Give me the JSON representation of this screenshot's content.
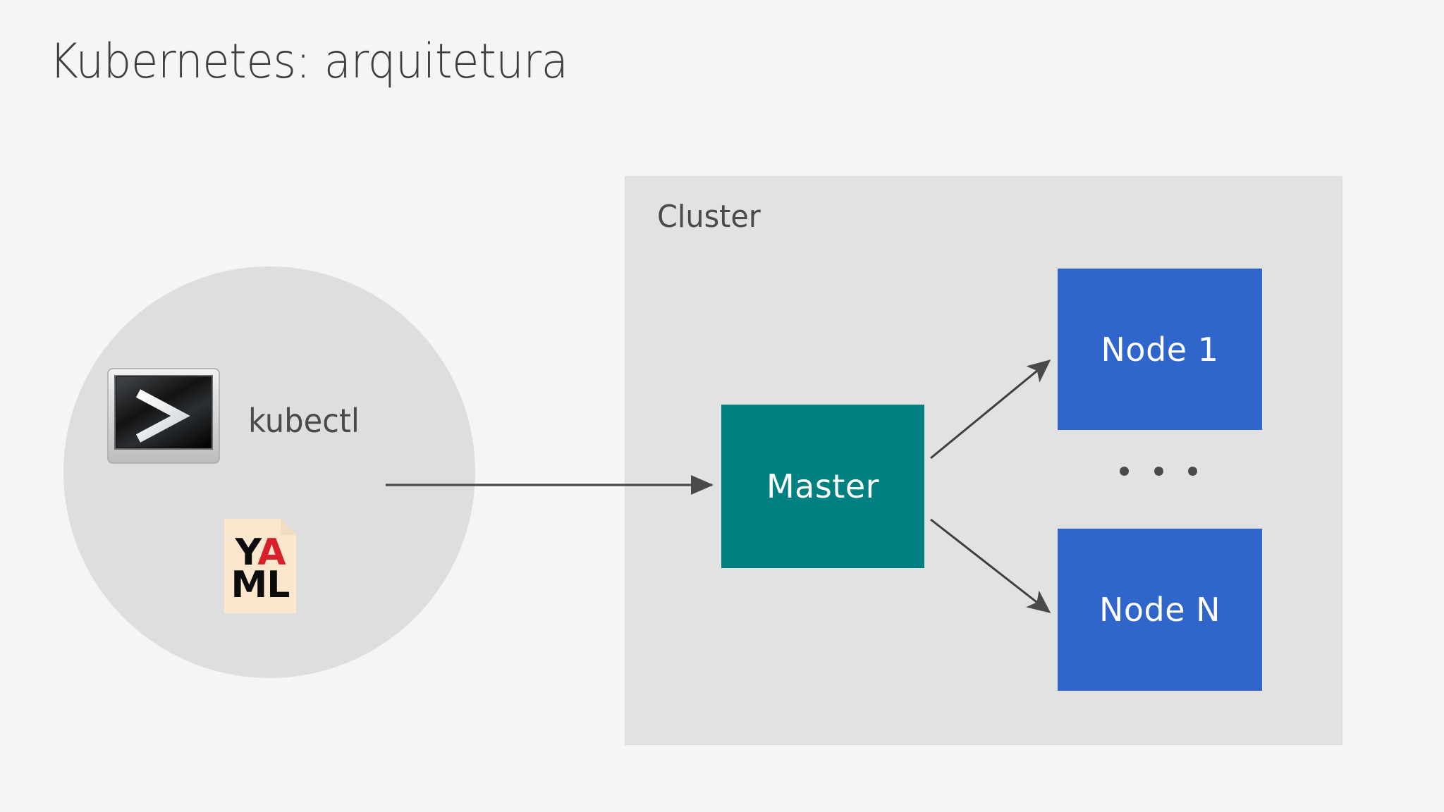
{
  "slide": {
    "title": "Kubernetes: arquitetura",
    "background_color": "#f5f5f7"
  },
  "client": {
    "circle_color": "#dedede",
    "terminal_icon_name": "terminal-icon",
    "terminal_prompt_glyph": ">",
    "kubectl_label": "kubectl",
    "yaml_icon_name": "yaml-file-icon",
    "yaml_row_1_part_1": "Y",
    "yaml_row_1_part_2": "A",
    "yaml_row_2": "ML",
    "yaml_page_color": "#fbe7cd",
    "yaml_accent_color": "#d8202a"
  },
  "cluster": {
    "label": "Cluster",
    "background_color": "#e2e2e2",
    "border_color": "#dcdcdc",
    "master": {
      "label": "Master",
      "color": "#008080"
    },
    "nodes": [
      {
        "label": "Node 1",
        "color": "#3066cc"
      },
      {
        "label": "Node N",
        "color": "#3066cc"
      }
    ],
    "ellipsis": "..."
  },
  "arrows": {
    "color": "#4a4a4a",
    "kubectl_to_master": "kubectl-to-master-arrow",
    "master_to_node_1": "master-to-node-1-arrow",
    "master_to_node_n": "master-to-node-n-arrow"
  }
}
